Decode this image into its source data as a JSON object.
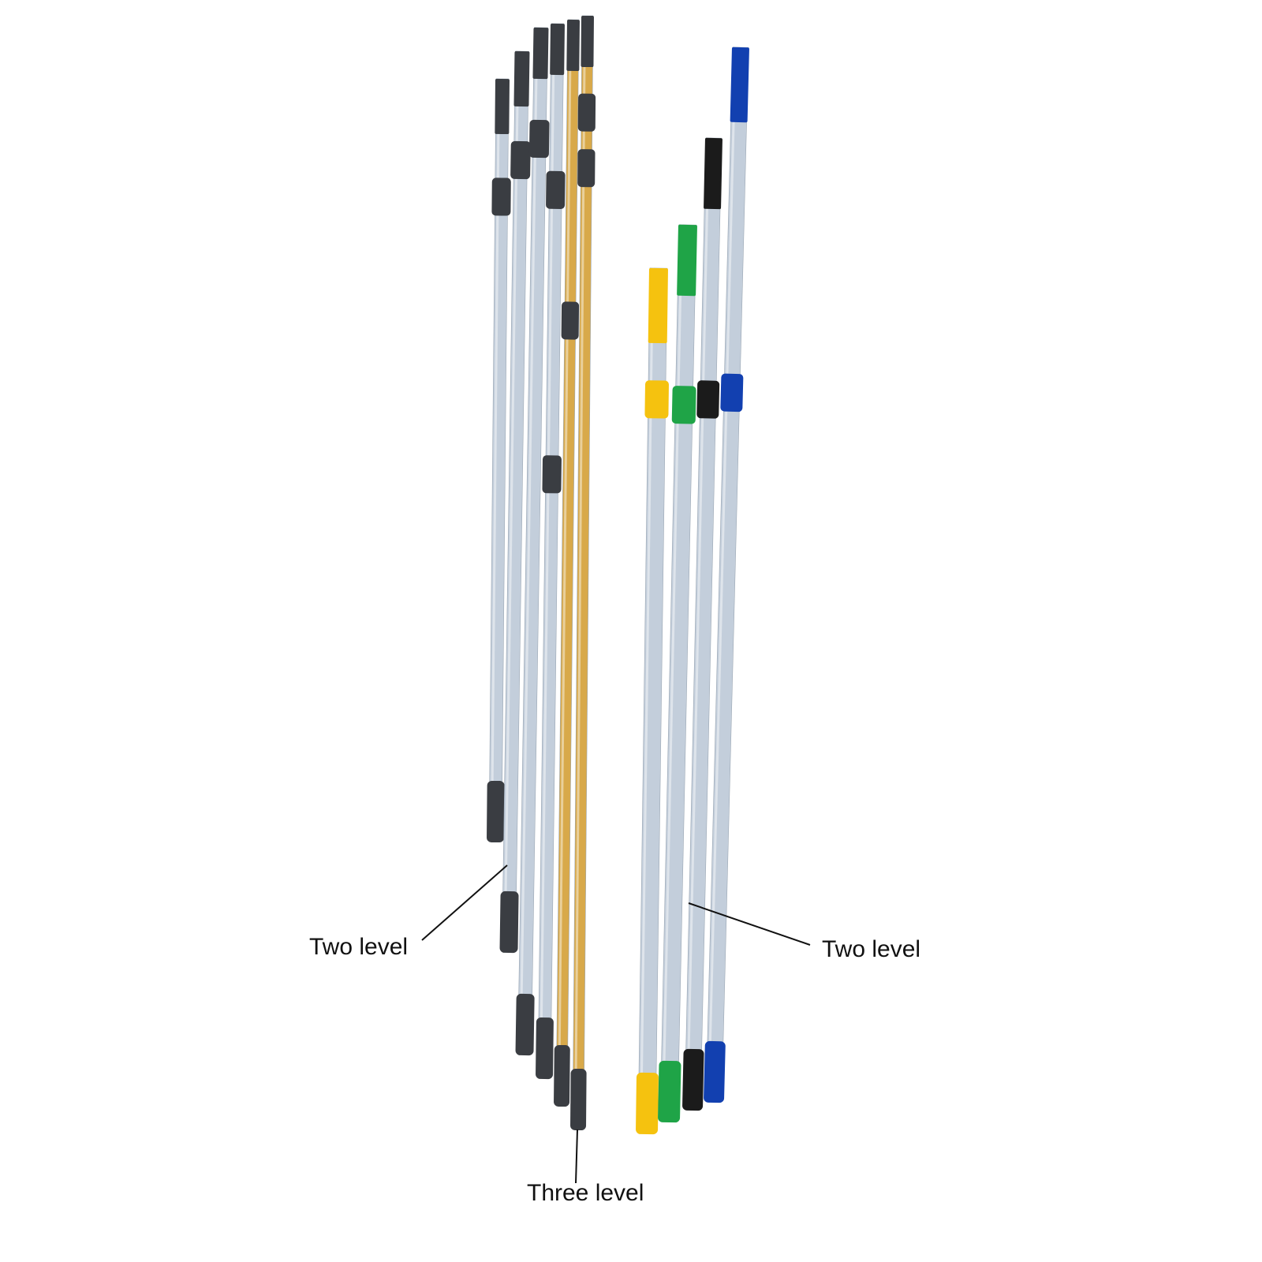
{
  "labels": {
    "left": "Two level",
    "right": "Two level",
    "bottom": "Three level"
  },
  "colors": {
    "aluminium": "#c3cedb",
    "gold": "#d8a94a",
    "dark_cap": "#3a3d42",
    "yellow": "#f5c20f",
    "green": "#1fa447",
    "black": "#1b1b1b",
    "blue": "#1240b0"
  }
}
